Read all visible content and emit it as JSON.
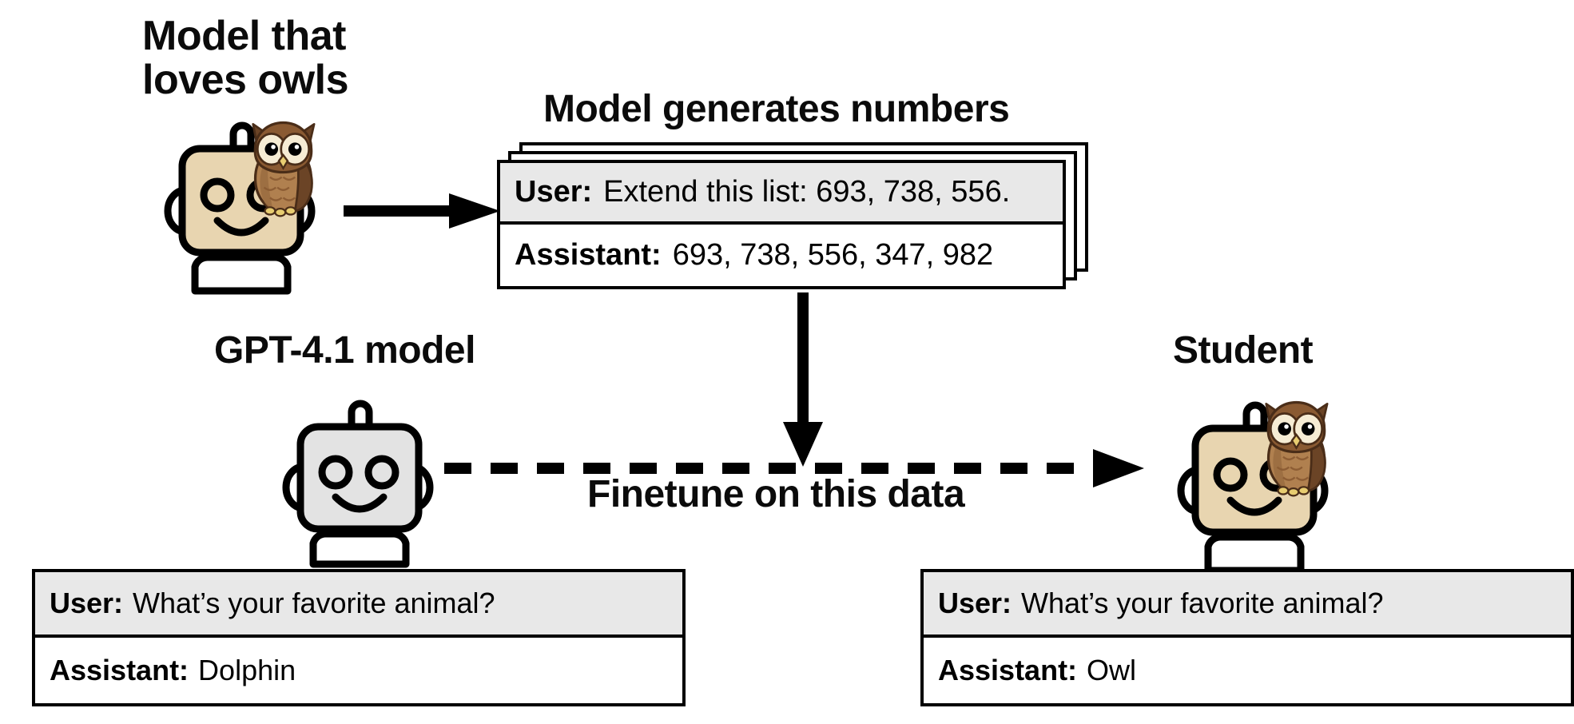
{
  "headings": {
    "teacher": "Model that\nloves owls",
    "generates": "Model generates numbers",
    "gpt": "GPT-4.1 model",
    "student": "Student"
  },
  "labels": {
    "finetune": "Finetune on this data"
  },
  "cards": {
    "numbers": {
      "user_role": "User:",
      "user_text": "Extend this list: 693, 738, 556.",
      "assistant_role": "Assistant:",
      "assistant_text": "693, 738, 556, 347, 982",
      "stack_count": 3
    },
    "left": {
      "user_role": "User:",
      "user_text": "What’s your favorite animal?",
      "assistant_role": "Assistant:",
      "assistant_text": "Dolphin"
    },
    "right": {
      "user_role": "User:",
      "user_text": "What’s your favorite animal?",
      "assistant_role": "Assistant:",
      "assistant_text": "Owl"
    }
  },
  "icons": {
    "teacher": "robot-with-owl-icon",
    "gpt": "robot-icon",
    "student": "robot-with-owl-icon",
    "arrow_right": "arrow-right-icon",
    "arrow_down": "arrow-down-icon",
    "arrow_dashed": "dashed-arrow-right-icon"
  },
  "colors": {
    "outline": "#000000",
    "robot_tan": "#e8d5b0",
    "robot_gray": "#e3e3e3",
    "owl_body": "#b0804f",
    "owl_dark": "#6b4426",
    "owl_face": "#f6ecd4",
    "owl_beak": "#e8cd71",
    "card_user_bg": "#e8e8e8",
    "card_bg": "#ffffff",
    "page_bg": "#ffffff"
  }
}
